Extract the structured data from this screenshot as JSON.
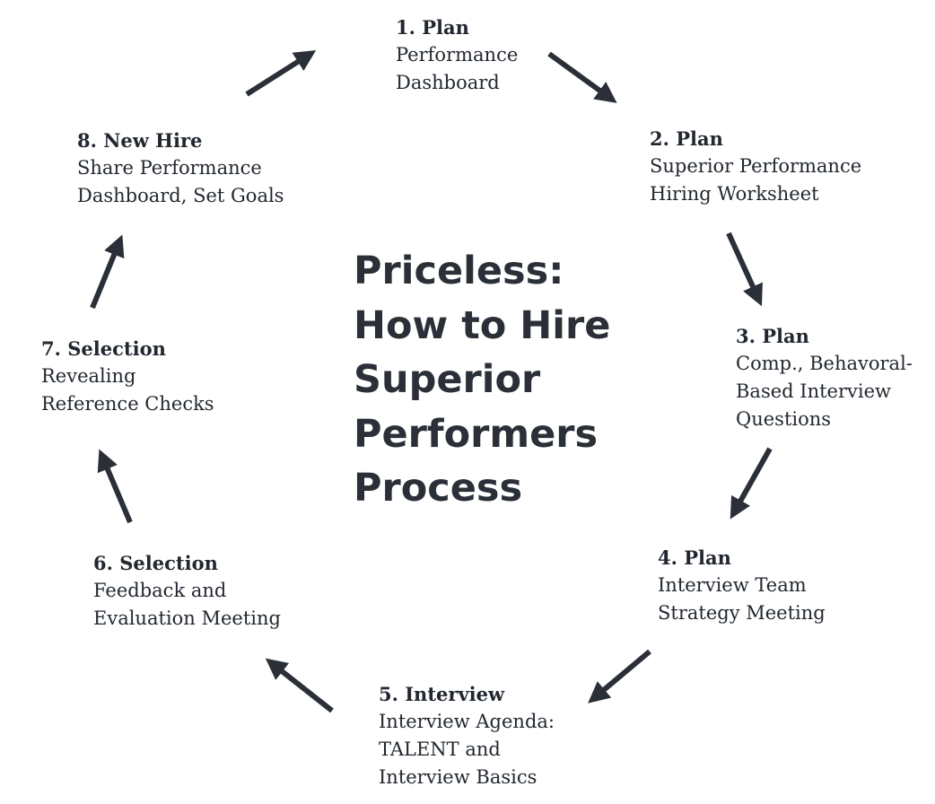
{
  "diagram": {
    "center_title_lines": [
      "Priceless:",
      "How to Hire",
      "Superior",
      "Performers",
      "Process"
    ],
    "steps": [
      {
        "title": "1. Plan",
        "lines": [
          "Performance",
          "Dashboard"
        ]
      },
      {
        "title": "2. Plan",
        "lines": [
          "Superior Performance",
          "Hiring Worksheet"
        ]
      },
      {
        "title": "3. Plan",
        "lines": [
          "Comp., Behavoral-",
          "Based Interview",
          "Questions"
        ]
      },
      {
        "title": "4. Plan",
        "lines": [
          "Interview Team",
          "Strategy Meeting"
        ]
      },
      {
        "title": "5. Interview",
        "lines": [
          "Interview Agenda:",
          "TALENT and",
          "Interview Basics"
        ]
      },
      {
        "title": "6. Selection",
        "lines": [
          "Feedback and",
          "Evaluation Meeting"
        ]
      },
      {
        "title": "7. Selection",
        "lines": [
          "Revealing",
          "Reference Checks"
        ]
      },
      {
        "title": "8. New Hire",
        "lines": [
          "Share Performance",
          "Dashboard, Set Goals"
        ]
      }
    ],
    "colors": {
      "arrow": "#2b3038",
      "text": "#222830",
      "background": "#ffffff"
    }
  }
}
